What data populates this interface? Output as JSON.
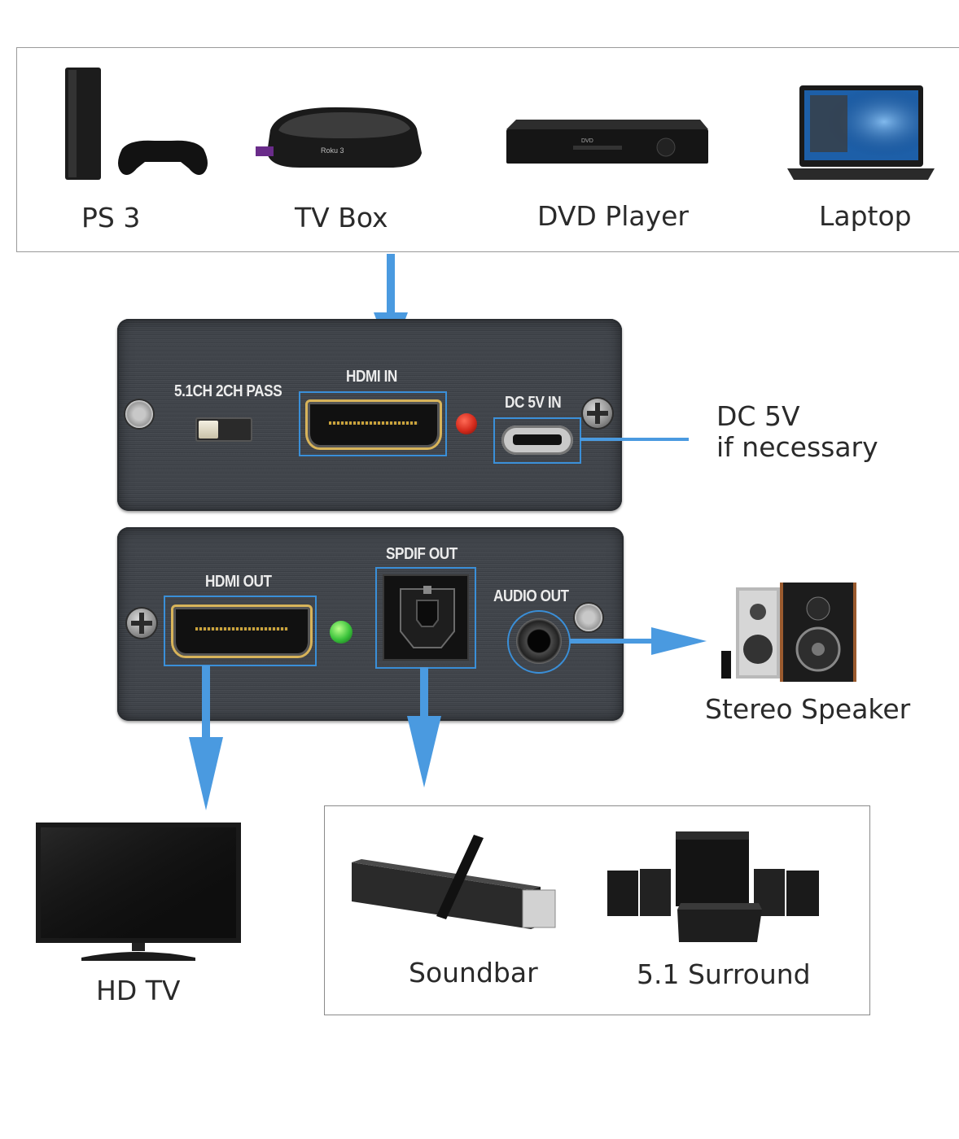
{
  "sources": [
    {
      "label": "PS 3",
      "icon": "ps3-console-icon"
    },
    {
      "label": "TV Box",
      "icon": "tv-box-icon"
    },
    {
      "label": "DVD Player",
      "icon": "dvd-player-icon"
    },
    {
      "label": "Laptop",
      "icon": "laptop-icon"
    }
  ],
  "device_top": {
    "switch_label": "5.1CH  2CH PASS",
    "hdmi_in_label": "HDMI  IN",
    "dc_in_label": "DC 5V  IN"
  },
  "device_bottom": {
    "hdmi_out_label": "HDMI OUT",
    "spdif_out_label": "SPDIF OUT",
    "audio_out_label": "AUDIO OUT"
  },
  "dc_note": {
    "line1": "DC 5V",
    "line2": "if necessary"
  },
  "outputs": {
    "stereo_speaker": "Stereo Speaker",
    "hdtv": "HD TV",
    "soundbar": "Soundbar",
    "surround": "5.1 Surround"
  },
  "colors": {
    "arrow": "#4a9ae0",
    "highlight": "#3a8fd8",
    "led_red": "#d42a1c",
    "led_green": "#39c23a"
  }
}
